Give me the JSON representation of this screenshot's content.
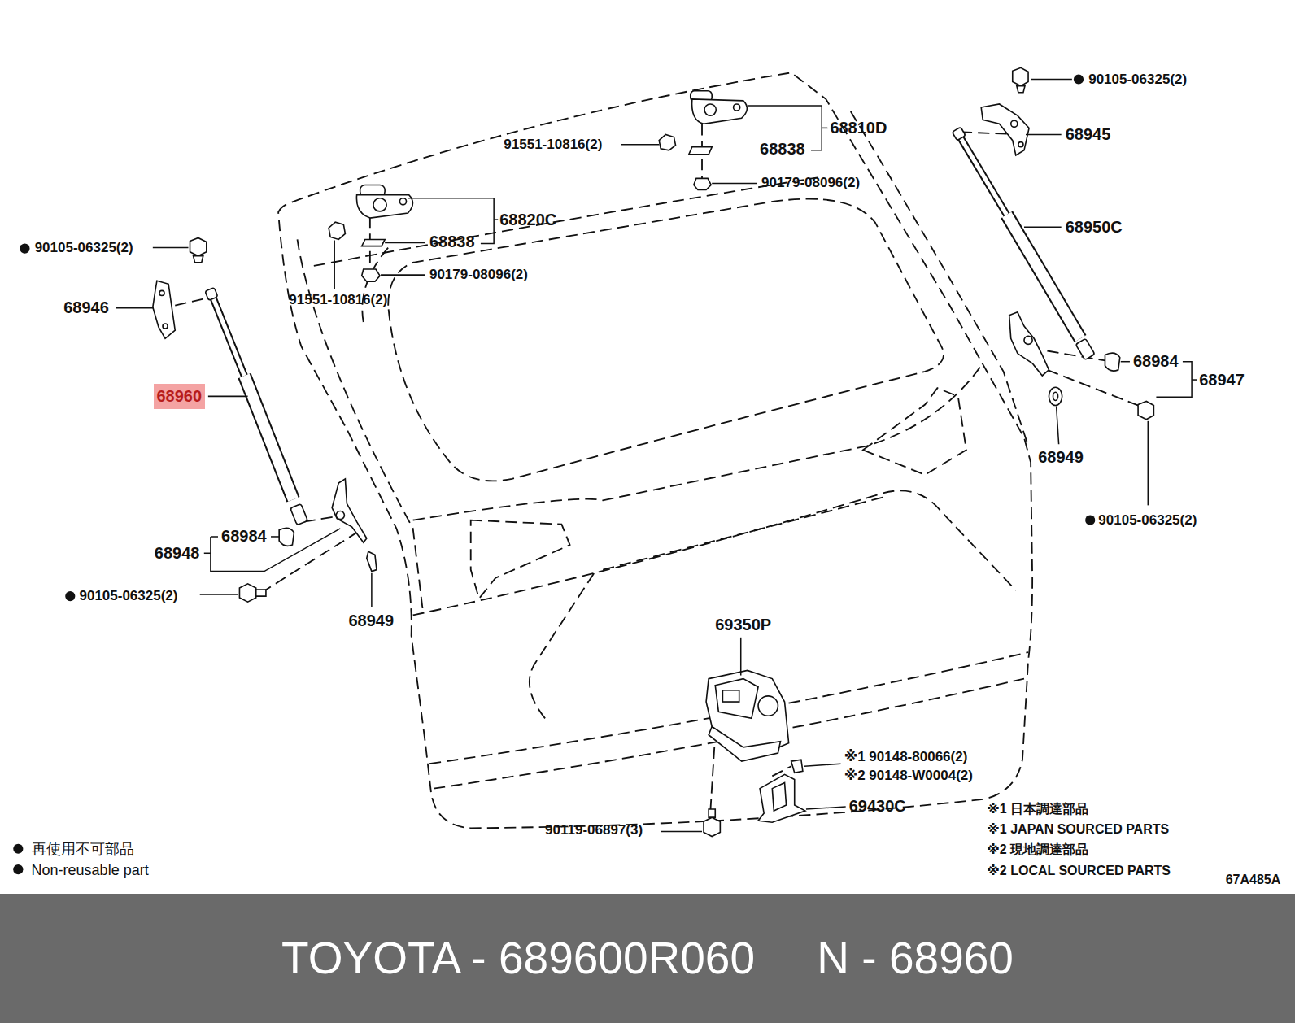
{
  "diagram": {
    "nodes": [
      {
        "text": [
          "68960"
        ]
      },
      {
        "text": [
          "TOYOTA - 689600R060     N - 68960"
        ]
      }
    ],
    "labels": [
      "90105-06325(2)",
      "68945",
      "68810D",
      "91551-10816(2)",
      "68838",
      "90179-08096(2)",
      "68820C",
      "68838",
      "90179-08096(2)",
      "91551-10816(2)",
      "68950C",
      "90105-06325(2)",
      "68946",
      "68984",
      "68947",
      "68949",
      "90105-06325(2)",
      "68984",
      "68948",
      "90105-06325(2)",
      "68949",
      "69350P",
      "※1 90148-80066(2)",
      "※2 90148-W0004(2)",
      "69430C",
      "90119-06897(3)",
      "※1 日本調達部品",
      "※1 JAPAN SOURCED PARTS",
      "※2 現地調達部品",
      "※2 LOCAL SOURCED PARTS",
      "67A485A"
    ],
    "legend": [
      {
        "text": "再使用不可部品"
      },
      {
        "text": "Non-reusable part"
      }
    ]
  }
}
